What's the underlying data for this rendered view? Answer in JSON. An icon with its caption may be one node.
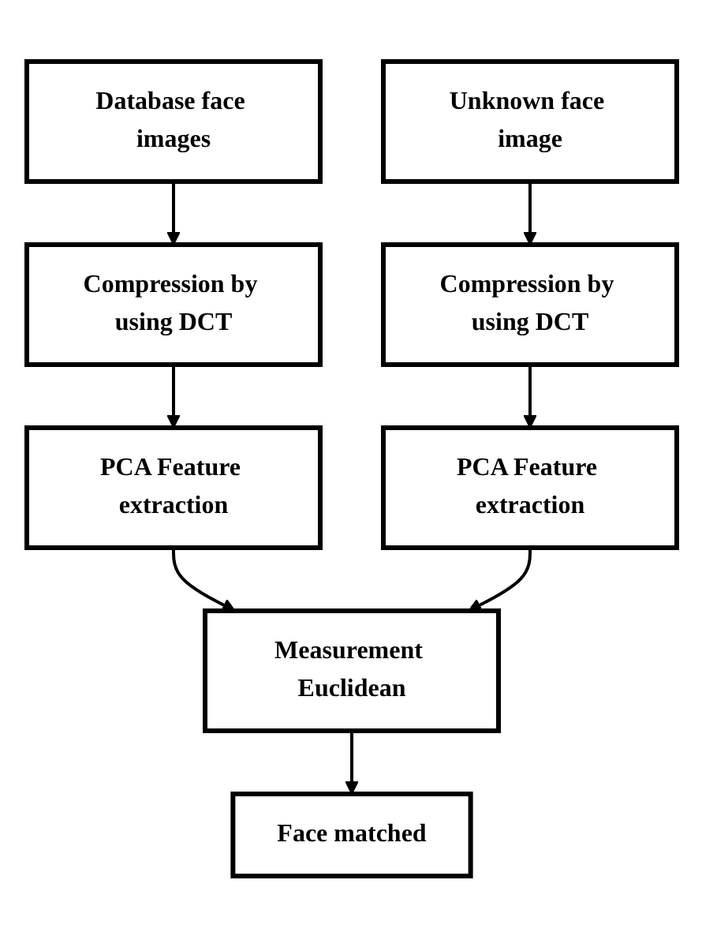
{
  "diagram": {
    "nodes": [
      {
        "text": [
          "Database face images"
        ]
      },
      {
        "text": [
          "Compression by using DCT"
        ]
      },
      {
        "text": [
          "PCA Feature extraction"
        ]
      },
      {
        "text": [
          "Unknown face image"
        ]
      },
      {
        "text": [
          "Compression by using DCT"
        ]
      },
      {
        "text": [
          "PCA Feature extraction"
        ]
      },
      {
        "text": [
          "Measurement Euclidean"
        ]
      },
      {
        "text": [
          "Face matched"
        ]
      }
    ],
    "edges": [
      {
        "from": 0,
        "to": 1,
        "arrow": "to"
      },
      {
        "from": 1,
        "to": 2,
        "arrow": "to"
      },
      {
        "from": 3,
        "to": 4,
        "arrow": "to"
      },
      {
        "from": 4,
        "to": 5,
        "arrow": "to"
      },
      {
        "from": 2,
        "to": 6,
        "arrow": "to"
      },
      {
        "from": 5,
        "to": 6,
        "arrow": "to"
      },
      {
        "from": 6,
        "to": 7,
        "arrow": "to"
      }
    ]
  }
}
